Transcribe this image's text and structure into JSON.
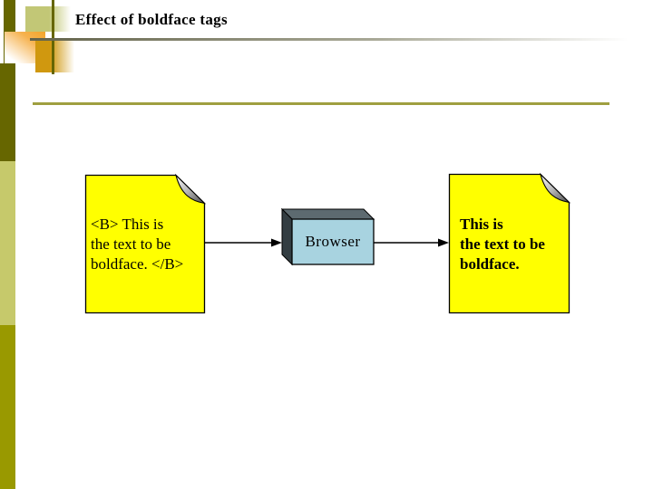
{
  "slide": {
    "title": "Effect of boldface tags"
  },
  "diagram": {
    "source_document": {
      "lines": [
        "<B> This is",
        "the text to be",
        "boldface. </B>"
      ]
    },
    "browser_box": {
      "label": "Browser"
    },
    "output_document": {
      "lines": [
        "This is",
        "the text to be",
        "boldface."
      ]
    }
  },
  "colors": {
    "document_fill": "#ffff00",
    "browser_front": "#a8d3e0",
    "browser_top_face": "#5d6a70",
    "browser_left_face": "#333d42",
    "bar_dark_olive": "#666600",
    "bar_sage": "#c6c96b",
    "bar_olive": "#999900",
    "accent_gold": "#d0980f",
    "accent_orange": "#f2a52b",
    "rule_olive": "#9f9f40",
    "arrow": "#000000"
  }
}
